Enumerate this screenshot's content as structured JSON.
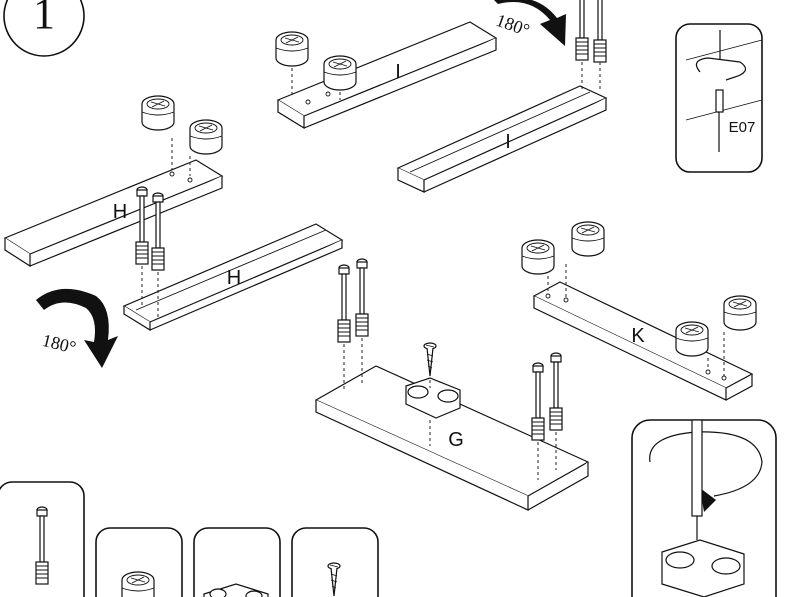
{
  "step_number": "1",
  "rotation_label": "180°",
  "panels": {
    "I_top": "I",
    "I_bottom": "I",
    "H_left": "H",
    "H_right": "H",
    "K": "K",
    "G": "G"
  },
  "detail_tool_code": "E07",
  "icons": [
    "rotate-180-arrow-icon",
    "cam-lock-icon",
    "cam-bolt-icon",
    "screw-icon",
    "screwdriver-icon",
    "connector-block-icon"
  ]
}
